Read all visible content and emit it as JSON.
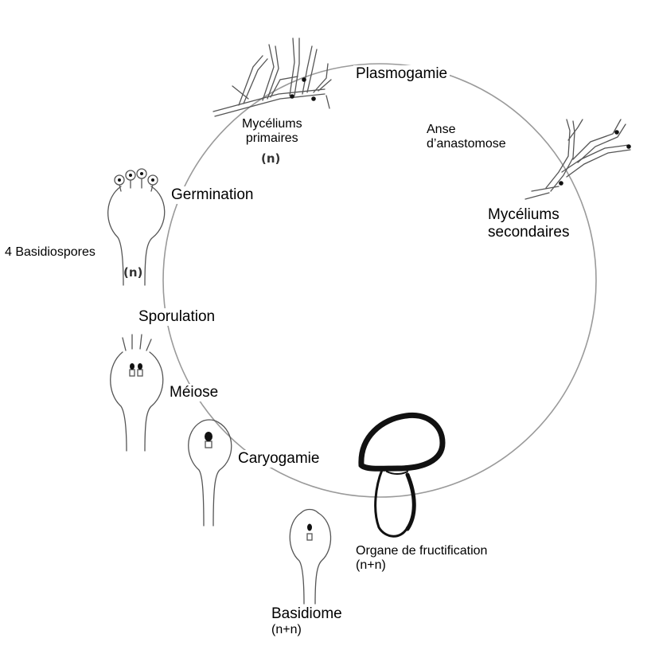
{
  "labels": {
    "plasmogamie": "Plasmogamie",
    "myceliums_primaires": [
      "Mycéliums",
      "primaires"
    ],
    "n_primary": "(n)",
    "anse": [
      "Anse",
      "d’anastomose"
    ],
    "myceliums_secondaires": [
      "Mycéliums",
      "secondaires"
    ],
    "germination": "Germination",
    "basidiospores": "4 Basidiospores",
    "n_spores": "(n)",
    "sporulation": "Sporulation",
    "meiose": "Méiose",
    "caryogamie": "Caryogamie",
    "organe": [
      "Organe de fructification",
      "(n+n)"
    ],
    "basidiome": [
      "Basidiome",
      "(n+n)"
    ]
  },
  "colors": {
    "line": "#9a9a9a",
    "drawing": "#555555",
    "ink": "#000000"
  }
}
